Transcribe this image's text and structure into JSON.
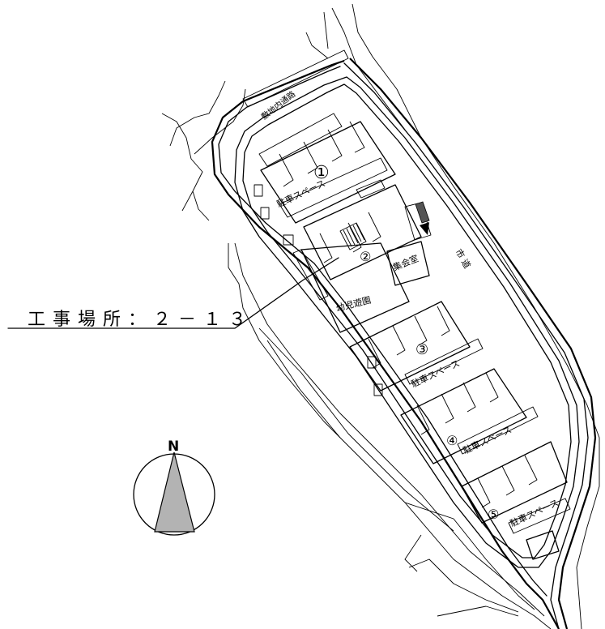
{
  "site_label": "工事場所：２－１３",
  "north_label": "N",
  "labels": {
    "internal_road": "敷地内通路",
    "city_road": "市 道",
    "assembly_hall": "集会室",
    "playground": "幼児遊園",
    "parking": "駐車スペース"
  },
  "buildings": [
    "①",
    "②",
    "③",
    "④",
    "⑤"
  ],
  "colors": {
    "line": "#000000",
    "north_arrow": "#b3b3b3",
    "background": "#ffffff"
  }
}
